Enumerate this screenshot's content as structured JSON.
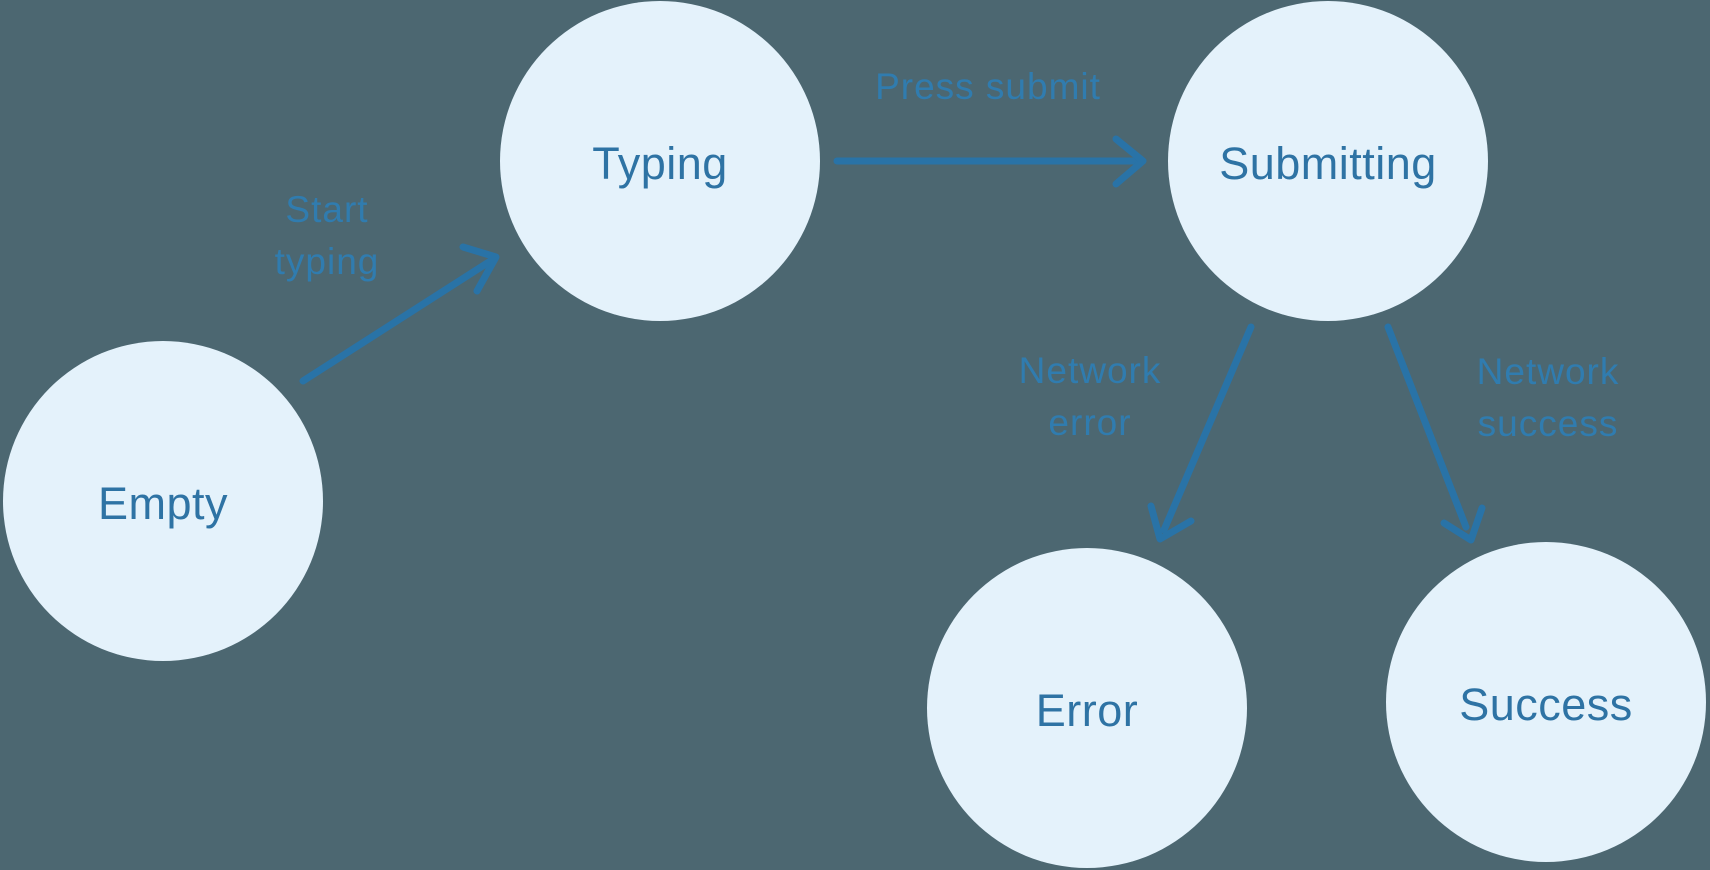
{
  "diagram": {
    "title": "form state machine",
    "type": "state-diagram"
  },
  "colors": {
    "background": "#4C6771",
    "node-fill": "#E4F2FB",
    "node-text": "#2E73A4",
    "edge-label": "#307CAF",
    "arrow": "#2973A7"
  },
  "states": [
    {
      "id": "empty",
      "label": "Empty"
    },
    {
      "id": "typing",
      "label": "Typing"
    },
    {
      "id": "submitting",
      "label": "Submitting"
    },
    {
      "id": "error",
      "label": "Error"
    },
    {
      "id": "success",
      "label": "Success"
    }
  ],
  "transitions": [
    {
      "id": "start-typing",
      "label": "Start\ntyping",
      "from": "empty",
      "to": "typing"
    },
    {
      "id": "press-submit",
      "label": "Press submit",
      "from": "typing",
      "to": "submitting"
    },
    {
      "id": "network-error",
      "label": "Network\nerror",
      "from": "submitting",
      "to": "error"
    },
    {
      "id": "network-success",
      "label": "Network\nsuccess",
      "from": "submitting",
      "to": "success"
    }
  ]
}
